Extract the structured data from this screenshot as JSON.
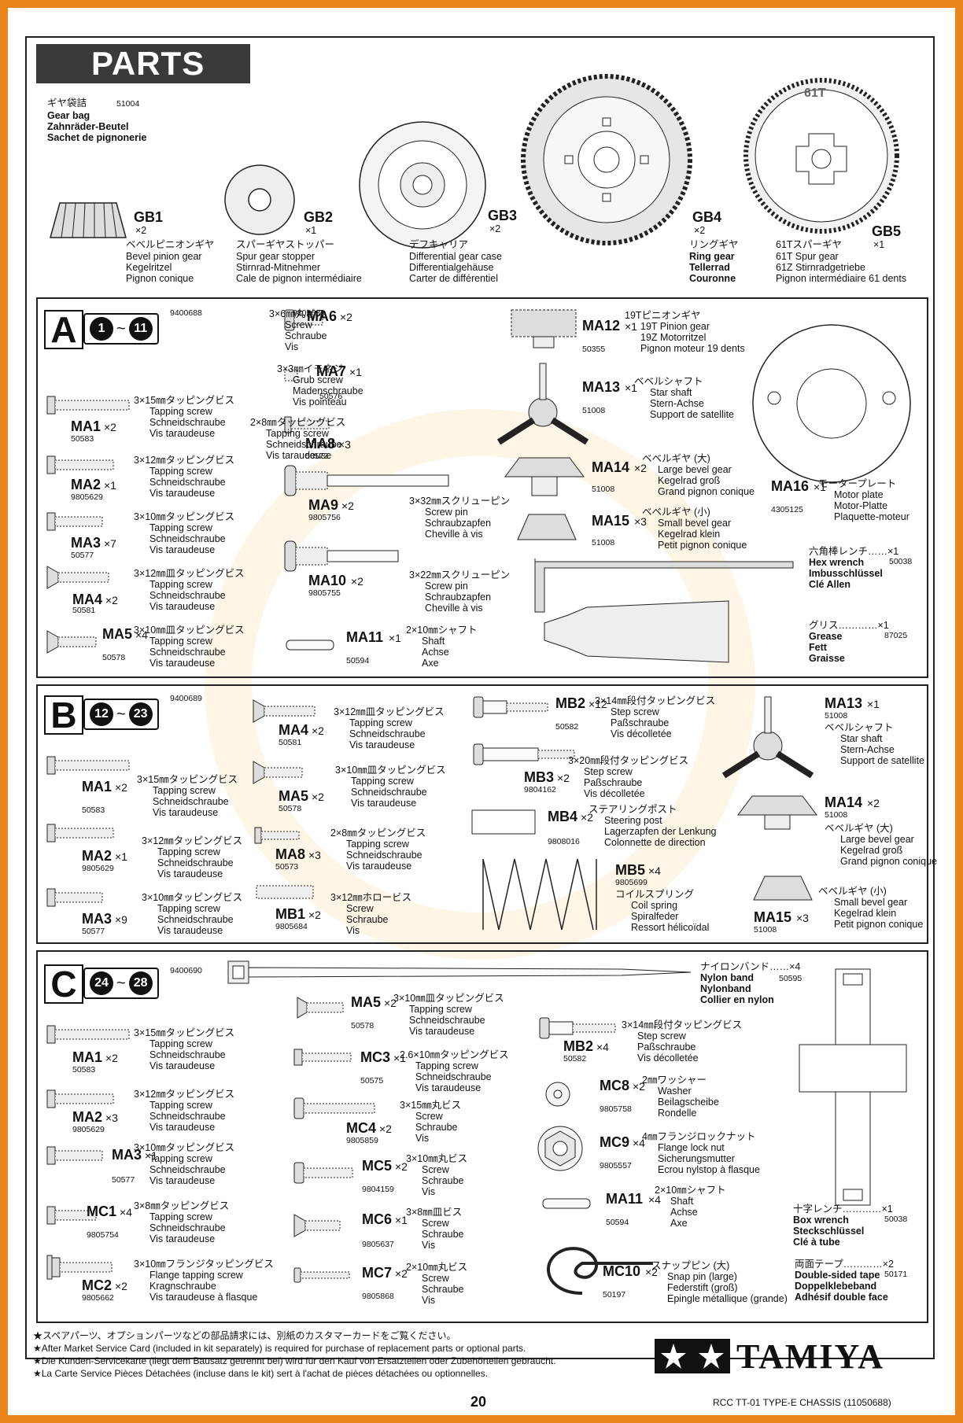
{
  "title": "PARTS",
  "gear_bag": {
    "jp": "ギヤ袋詰",
    "code": "51004",
    "en": "Gear bag",
    "de": "Zahnräder-Beutel",
    "fr": "Sachet de pignonerie"
  },
  "gears": [
    {
      "id": "GB1",
      "qty": "×2",
      "jp": "ベベルピニオンギヤ",
      "en": "Bevel pinion gear",
      "de": "Kegelritzel",
      "fr": "Pignon conique"
    },
    {
      "id": "GB2",
      "qty": "×1",
      "jp": "スパーギヤストッパー",
      "en": "Spur gear stopper",
      "de": "Stirnrad-Mitnehmer",
      "fr": "Cale de pignon intermédiaire"
    },
    {
      "id": "GB3",
      "qty": "×2",
      "jp": "デフキャリア",
      "en": "Differential gear case",
      "de": "Differentialgehäuse",
      "fr": "Carter de différentiel"
    },
    {
      "id": "GB4",
      "qty": "×2",
      "jp": "リングギヤ",
      "en": "Ring gear",
      "de": "Tellerrad",
      "fr": "Couronne"
    },
    {
      "id": "GB5",
      "qty": "×1",
      "jp": "61Tスパーギヤ",
      "en": "61T Spur gear",
      "de": "61Z Stirnradgetriebe",
      "fr": "Pignon intermédiaire 61 dents",
      "mark": "61T"
    }
  ],
  "section_a": {
    "letter": "A",
    "from": "1",
    "to": "11",
    "code": "9400688",
    "items": [
      {
        "id": "MA6",
        "qty": "×2",
        "pn": "9805636",
        "jp": "3×6㎜丸ビス",
        "l1": "Screw",
        "l2": "Schraube",
        "l3": "Vis"
      },
      {
        "id": "MA7",
        "qty": "×1",
        "pn": "50576",
        "jp": "3×3㎜イモネジ",
        "l1": "Grub screw",
        "l2": "Madenschraube",
        "l3": "Vis pointeau"
      },
      {
        "id": "MA1",
        "qty": "×2",
        "pn": "50583",
        "jp": "3×15㎜タッピングビス",
        "l1": "Tapping screw",
        "l2": "Schneidschraube",
        "l3": "Vis taraudeuse"
      },
      {
        "id": "MA8",
        "qty": "×3",
        "pn": "50573",
        "jp": "2×8㎜タッピングビス",
        "l1": "Tapping screw",
        "l2": "Schneidschraube",
        "l3": "Vis taraudeuse"
      },
      {
        "id": "MA2",
        "qty": "×1",
        "pn": "9805629",
        "jp": "3×12㎜タッピングビス",
        "l1": "Tapping screw",
        "l2": "Schneidschraube",
        "l3": "Vis taraudeuse"
      },
      {
        "id": "MA9",
        "qty": "×2",
        "pn": "9805756",
        "jp": "3×32㎜スクリューピン",
        "l1": "Screw pin",
        "l2": "Schraubzapfen",
        "l3": "Cheville à vis"
      },
      {
        "id": "MA3",
        "qty": "×7",
        "pn": "50577",
        "jp": "3×10㎜タッピングビス",
        "l1": "Tapping screw",
        "l2": "Schneidschraube",
        "l3": "Vis taraudeuse"
      },
      {
        "id": "MA4",
        "qty": "×2",
        "pn": "50581",
        "jp": "3×12㎜皿タッピングビス",
        "l1": "Tapping screw",
        "l2": "Schneidschraube",
        "l3": "Vis taraudeuse"
      },
      {
        "id": "MA10",
        "qty": "×2",
        "pn": "9805755",
        "jp": "3×22㎜スクリューピン",
        "l1": "Screw pin",
        "l2": "Schraubzapfen",
        "l3": "Cheville à vis"
      },
      {
        "id": "MA5",
        "qty": "×4",
        "pn": "50578",
        "jp": "3×10㎜皿タッピングビス",
        "l1": "Tapping screw",
        "l2": "Schneidschraube",
        "l3": "Vis taraudeuse"
      },
      {
        "id": "MA11",
        "qty": "×1",
        "pn": "50594",
        "jp": "2×10㎜シャフト",
        "l1": "Shaft",
        "l2": "Achse",
        "l3": "Axe"
      },
      {
        "id": "MA12",
        "qty": "×1",
        "pn": "50355",
        "jp": "19Tピニオンギヤ",
        "l1": "19T Pinion gear",
        "l2": "19Z Motorritzel",
        "l3": "Pignon moteur 19 dents"
      },
      {
        "id": "MA13",
        "qty": "×1",
        "pn": "51008",
        "jp": "ベベルシャフト",
        "l1": "Star shaft",
        "l2": "Stern-Achse",
        "l3": "Support de satellite"
      },
      {
        "id": "MA14",
        "qty": "×2",
        "pn": "51008",
        "jp": "ベベルギヤ (大)",
        "l1": "Large bevel gear",
        "l2": "Kegelrad groß",
        "l3": "Grand pignon conique"
      },
      {
        "id": "MA15",
        "qty": "×3",
        "pn": "51008",
        "jp": "ベベルギヤ (小)",
        "l1": "Small bevel gear",
        "l2": "Kegelrad klein",
        "l3": "Petit pignon conique"
      },
      {
        "id": "MA16",
        "qty": "×1",
        "pn": "4305125",
        "jp": "モータープレート",
        "l1": "Motor plate",
        "l2": "Motor-Platte",
        "l3": "Plaquette-moteur"
      }
    ],
    "wrench": {
      "jp": "六角棒レンチ……×1",
      "pn": "50038",
      "l1": "Hex wrench",
      "l2": "Imbusschlüssel",
      "l3": "Clé Allen"
    },
    "grease": {
      "jp": "グリス…………×1",
      "pn": "87025",
      "l1": "Grease",
      "l2": "Fett",
      "l3": "Graisse"
    }
  },
  "section_b": {
    "letter": "B",
    "from": "12",
    "to": "23",
    "code": "9400689",
    "items": [
      {
        "id": "MA4",
        "qty": "×2",
        "pn": "50581",
        "jp": "3×12㎜皿タッピングビス",
        "l1": "Tapping screw",
        "l2": "Schneidschraube",
        "l3": "Vis taraudeuse"
      },
      {
        "id": "MB2",
        "qty": "×12",
        "pn": "50582",
        "jp": "3×14㎜段付タッピングビス",
        "l1": "Step screw",
        "l2": "Paßschraube",
        "l3": "Vis décolletée"
      },
      {
        "id": "MA1",
        "qty": "×2",
        "pn": "50583",
        "jp": "3×15㎜タッピングビス",
        "l1": "Tapping screw",
        "l2": "Schneidschraube",
        "l3": "Vis taraudeuse"
      },
      {
        "id": "MA5",
        "qty": "×2",
        "pn": "50578",
        "jp": "3×10㎜皿タッピングビス",
        "l1": "Tapping screw",
        "l2": "Schneidschraube",
        "l3": "Vis taraudeuse"
      },
      {
        "id": "MB3",
        "qty": "×2",
        "pn": "9804162",
        "jp": "3×20㎜段付タッピングビス",
        "l1": "Step screw",
        "l2": "Paßschraube",
        "l3": "Vis décolletée"
      },
      {
        "id": "MA2",
        "qty": "×1",
        "pn": "9805629",
        "jp": "3×12㎜タッピングビス",
        "l1": "Tapping screw",
        "l2": "Schneidschraube",
        "l3": "Vis taraudeuse"
      },
      {
        "id": "MA8",
        "qty": "×3",
        "pn": "50573",
        "jp": "2×8㎜タッピングビス",
        "l1": "Tapping screw",
        "l2": "Schneidschraube",
        "l3": "Vis taraudeuse"
      },
      {
        "id": "MB4",
        "qty": "×2",
        "pn": "9808016",
        "jp": "ステアリングポスト",
        "l1": "Steering post",
        "l2": "Lagerzapfen der Lenkung",
        "l3": "Colonnette de direction"
      },
      {
        "id": "MA3",
        "qty": "×9",
        "pn": "50577",
        "jp": "3×10㎜タッピングビス",
        "l1": "Tapping screw",
        "l2": "Schneidschraube",
        "l3": "Vis taraudeuse"
      },
      {
        "id": "MB1",
        "qty": "×2",
        "pn": "9805684",
        "jp": "3×12㎜ホロービス",
        "l1": "Screw",
        "l2": "Schraube",
        "l3": "Vis"
      },
      {
        "id": "MB5",
        "qty": "×4",
        "pn": "9805699",
        "jp": "コイルスプリング",
        "l1": "Coil spring",
        "l2": "Spiralfeder",
        "l3": "Ressort hélicoïdal"
      },
      {
        "id": "MA13",
        "qty": "×1",
        "pn": "51008",
        "jp": "ベベルシャフト",
        "l1": "Star shaft",
        "l2": "Stern-Achse",
        "l3": "Support de satellite"
      },
      {
        "id": "MA14",
        "qty": "×2",
        "pn": "51008",
        "jp": "ベベルギヤ (大)",
        "l1": "Large bevel gear",
        "l2": "Kegelrad groß",
        "l3": "Grand pignon conique"
      },
      {
        "id": "MA15",
        "qty": "×3",
        "pn": "51008",
        "jp": "ベベルギヤ (小)",
        "l1": "Small bevel gear",
        "l2": "Kegelrad klein",
        "l3": "Petit pignon conique"
      }
    ]
  },
  "section_c": {
    "letter": "C",
    "from": "24",
    "to": "28",
    "code": "9400690",
    "items": [
      {
        "id": "MA1",
        "qty": "×2",
        "pn": "50583",
        "jp": "3×15㎜タッピングビス",
        "l1": "Tapping screw",
        "l2": "Schneidschraube",
        "l3": "Vis taraudeuse"
      },
      {
        "id": "MA2",
        "qty": "×3",
        "pn": "9805629",
        "jp": "3×12㎜タッピングビス",
        "l1": "Tapping screw",
        "l2": "Schneidschraube",
        "l3": "Vis taraudeuse"
      },
      {
        "id": "MA3",
        "qty": "×1",
        "pn": "50577",
        "jp": "3×10㎜タッピングビス",
        "l1": "Tapping screw",
        "l2": "Schneidschraube",
        "l3": "Vis taraudeuse"
      },
      {
        "id": "MC1",
        "qty": "×4",
        "pn": "9805754",
        "jp": "3×8㎜タッピングビス",
        "l1": "Tapping screw",
        "l2": "Schneidschraube",
        "l3": "Vis taraudeuse"
      },
      {
        "id": "MC2",
        "qty": "×2",
        "pn": "9805662",
        "jp": "3×10㎜フランジタッピングビス",
        "l1": "Flange tapping screw",
        "l2": "Kragnschraube",
        "l3": "Vis taraudeuse à flasque"
      },
      {
        "id": "MA5",
        "qty": "×2",
        "pn": "50578",
        "jp": "3×10㎜皿タッピングビス",
        "l1": "Tapping screw",
        "l2": "Schneidschraube",
        "l3": "Vis taraudeuse"
      },
      {
        "id": "MC3",
        "qty": "×1",
        "pn": "50575",
        "jp": "2.6×10㎜タッピングビス",
        "l1": "Tapping screw",
        "l2": "Schneidschraube",
        "l3": "Vis taraudeuse"
      },
      {
        "id": "MC4",
        "qty": "×2",
        "pn": "9805859",
        "jp": "3×15㎜丸ビス",
        "l1": "Screw",
        "l2": "Schraube",
        "l3": "Vis"
      },
      {
        "id": "MC5",
        "qty": "×2",
        "pn": "9804159",
        "jp": "3×10㎜丸ビス",
        "l1": "Screw",
        "l2": "Schraube",
        "l3": "Vis"
      },
      {
        "id": "MC6",
        "qty": "×1",
        "pn": "9805637",
        "jp": "3×8㎜皿ビス",
        "l1": "Screw",
        "l2": "Schraube",
        "l3": "Vis"
      },
      {
        "id": "MC7",
        "qty": "×2",
        "pn": "9805868",
        "jp": "2×10㎜丸ビス",
        "l1": "Screw",
        "l2": "Schraube",
        "l3": "Vis"
      },
      {
        "id": "MB2",
        "qty": "×4",
        "pn": "50582",
        "jp": "3×14㎜段付タッピングビス",
        "l1": "Step screw",
        "l2": "Paßschraube",
        "l3": "Vis décolletée"
      },
      {
        "id": "MC8",
        "qty": "×2",
        "pn": "9805758",
        "jp": "2㎜ワッシャー",
        "l1": "Washer",
        "l2": "Beilagscheibe",
        "l3": "Rondelle"
      },
      {
        "id": "MC9",
        "qty": "×4",
        "pn": "9805557",
        "jp": "4㎜フランジロックナット",
        "l1": "Flange lock nut",
        "l2": "Sicherungsmutter",
        "l3": "Ecrou nylstop à flasque"
      },
      {
        "id": "MA11",
        "qty": "×4",
        "pn": "50594",
        "jp": "2×10㎜シャフト",
        "l1": "Shaft",
        "l2": "Achse",
        "l3": "Axe"
      },
      {
        "id": "MC10",
        "qty": "×2",
        "pn": "50197",
        "jp": "スナップピン (大)",
        "l1": "Snap pin (large)",
        "l2": "Federstift (groß)",
        "l3": "Epingle métallique (grande)"
      }
    ],
    "nylon_band": {
      "jp": "ナイロンバンド……×4",
      "pn": "50595",
      "l1": "Nylon band",
      "l2": "Nylonband",
      "l3": "Collier en nylon"
    },
    "box_wrench": {
      "jp": "十字レンチ…………×1",
      "pn": "50038",
      "l1": "Box wrench",
      "l2": "Steckschlüssel",
      "l3": "Clé à tube"
    },
    "tape": {
      "jp": "両面テープ…………×2",
      "pn": "50171",
      "l1": "Double-sided tape",
      "l2": "Doppelklebeband",
      "l3": "Adhésif double face"
    }
  },
  "footer": {
    "notes": [
      "★スペアパーツ、オプションパーツなどの部品請求には、別紙のカスタマーカードをご覧ください。",
      "★After Market Service Card (included in kit separately) is required for purchase of replacement parts or optional parts.",
      "★Die Kunden-Servicekarte (liegt dem Bausatz getrennt bei) wird für den Kauf von Ersatzteilen oder Zubehörteilen gebraucht.",
      "★La Carte Service Pièces Détachées (incluse dans le kit) sert à l'achat de pièces détachées ou optionnelles."
    ],
    "brand": "TAMIYA",
    "page": "20",
    "manual": "RCC TT-01 TYPE-E CHASSIS (11050688)"
  }
}
